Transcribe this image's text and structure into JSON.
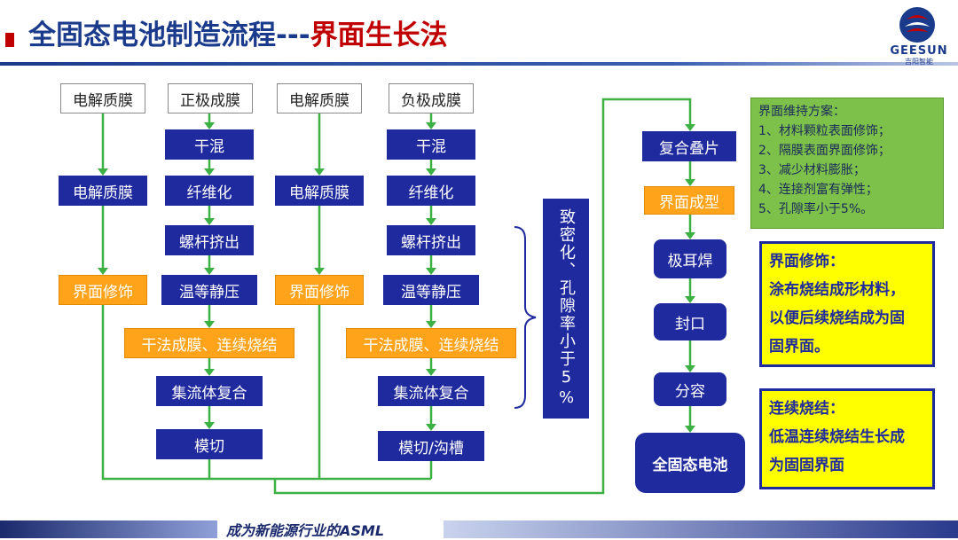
{
  "header": {
    "title_main": "全固态电池制造流程---",
    "title_highlight": "界面生长法",
    "logo_text": "GEESUN",
    "logo_sub": "吉阳智能"
  },
  "columns": {
    "col1": {
      "head": "电解质膜",
      "steps": [
        "电解质膜",
        "界面修饰"
      ]
    },
    "col2": {
      "head": "正极成膜",
      "steps": [
        "干混",
        "纤维化",
        "螺杆挤出",
        "温等静压",
        "干法成膜、连续烧结",
        "集流体复合",
        "模切"
      ]
    },
    "col3": {
      "head": "电解质膜",
      "steps": [
        "电解质膜",
        "界面修饰"
      ]
    },
    "col4": {
      "head": "负极成膜",
      "steps": [
        "干混",
        "纤维化",
        "螺杆挤出",
        "温等静压",
        "干法成膜、连续烧结",
        "集流体复合",
        "模切/沟槽"
      ]
    }
  },
  "densify_label": "致密化、孔隙率小于5%",
  "assembly": [
    "复合叠片",
    "界面成型",
    "极耳焊",
    "封口",
    "分容",
    "全固态电池"
  ],
  "notes": {
    "interface_plan": {
      "title": "界面维持方案：",
      "items": [
        "1、材料颗粒表面修饰；",
        "2、隔膜表面界面修饰；",
        "3、减少材料膨胀；",
        "4、连接剂富有弹性；",
        "5、孔隙率小于5%。"
      ]
    },
    "interface_mod": {
      "title": "界面修饰：",
      "body": [
        "涂布烧结成形材料，",
        "以便后续烧结成为固",
        "固界面。"
      ]
    },
    "continuous_sinter": {
      "title": "连续烧结：",
      "body": [
        "低温连续烧结生长成",
        "为固固界面"
      ]
    }
  },
  "footer": {
    "slogan": "成为新能源行业的ASML"
  },
  "colors": {
    "blue": "#1f2a9e",
    "orange": "#ffa31a",
    "green_line": "#3cb043",
    "green_note": "#7dc04a",
    "yellow_note": "#ffff00",
    "red": "#c00000"
  }
}
